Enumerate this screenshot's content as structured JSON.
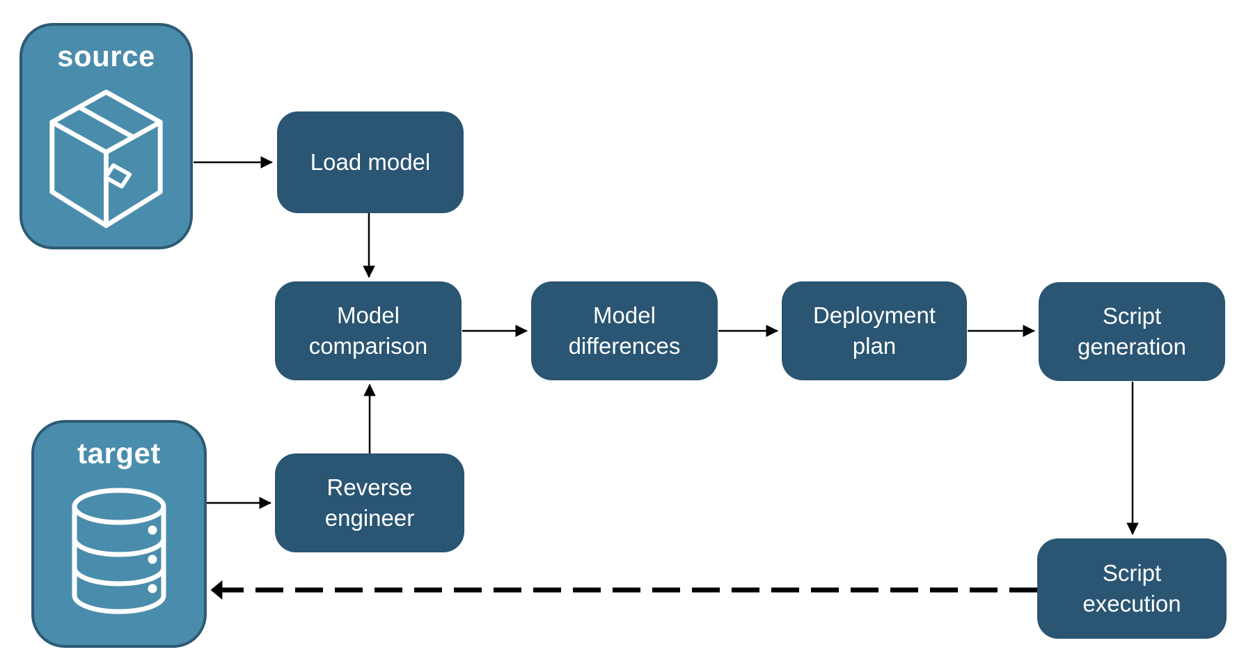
{
  "nodes": {
    "source": {
      "label": "source",
      "icon": "package-icon"
    },
    "target": {
      "label": "target",
      "icon": "database-icon"
    },
    "load_model": {
      "label": "Load model"
    },
    "model_comparison": {
      "label": "Model comparison"
    },
    "model_differences": {
      "label": "Model differences"
    },
    "deployment_plan": {
      "label": "Deployment plan"
    },
    "script_generation": {
      "label": "Script generation"
    },
    "reverse_engineer": {
      "label": "Reverse engineer"
    },
    "script_execution": {
      "label": "Script execution"
    }
  },
  "edges": [
    {
      "from": "source",
      "to": "load_model",
      "style": "solid"
    },
    {
      "from": "load_model",
      "to": "model_comparison",
      "style": "solid"
    },
    {
      "from": "model_comparison",
      "to": "model_differences",
      "style": "solid"
    },
    {
      "from": "model_differences",
      "to": "deployment_plan",
      "style": "solid"
    },
    {
      "from": "deployment_plan",
      "to": "script_generation",
      "style": "solid"
    },
    {
      "from": "script_generation",
      "to": "script_execution",
      "style": "solid"
    },
    {
      "from": "target",
      "to": "reverse_engineer",
      "style": "solid"
    },
    {
      "from": "reverse_engineer",
      "to": "model_comparison",
      "style": "solid"
    },
    {
      "from": "script_execution",
      "to": "target",
      "style": "dashed"
    }
  ],
  "colors": {
    "container_fill": "#4a8cab",
    "container_border": "#2d5a75",
    "step_fill": "#2a5573",
    "arrow": "#000000",
    "text": "#ffffff",
    "background": "#ffffff"
  }
}
